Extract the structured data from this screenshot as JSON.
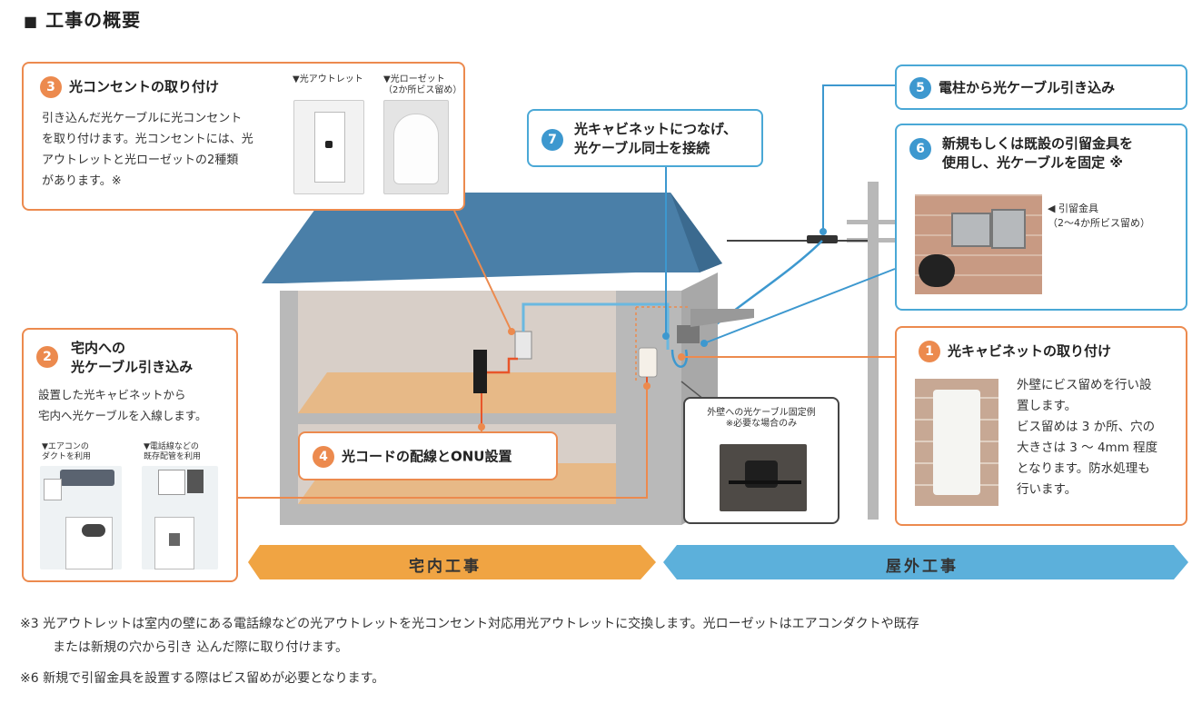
{
  "title": "工事の概要",
  "title_marker": "■",
  "colors": {
    "orange": "#ec8a4e",
    "blue": "#3d98cf",
    "light_blue": "#4aa8d6",
    "roof": "#4a7fa8",
    "wall": "#b9b9b9",
    "floor": "#e7b987",
    "band_indoor": "#f0a443",
    "band_outdoor": "#5cb0db"
  },
  "steps": {
    "s1": {
      "num": "1",
      "title": "光キャビネットの取り付け",
      "body": [
        "外壁にビス留めを行い設",
        "置します。",
        "ビス留めは 3 か所、穴の",
        "大きさは 3 ～ 4mm 程度",
        "となります。防水処理も",
        "行います。"
      ]
    },
    "s2": {
      "num": "2",
      "title": [
        "宅内への",
        "光ケーブル引き込み"
      ],
      "body": [
        "設置した光キャビネットから",
        "宅内へ光ケーブルを入線します。"
      ],
      "label_a": [
        "▼エアコンの",
        "ダクトを利用"
      ],
      "label_b": [
        "▼電話線などの",
        "既存配管を利用"
      ]
    },
    "s3": {
      "num": "3",
      "title": "光コンセントの取り付け",
      "body": [
        "引き込んだ光ケーブルに光コンセント",
        "を取り付けます。光コンセントには、光",
        "アウトレットと光ローゼットの2種類",
        "があります。※"
      ],
      "label_a": "▼光アウトレット",
      "label_b": [
        "▼光ローゼット",
        "（2か所ビス留め）"
      ]
    },
    "s4": {
      "num": "4",
      "title": "光コードの配線とONU設置"
    },
    "s5": {
      "num": "5",
      "title": "電柱から光ケーブル引き込み"
    },
    "s6": {
      "num": "6",
      "title": [
        "新規もしくは既設の引留金具を",
        "使用し、光ケーブルを固定 ※"
      ],
      "label": [
        "◀ 引留金具",
        "（2～4か所ビス留め）"
      ]
    },
    "s7": {
      "num": "7",
      "title": [
        "光キャビネットにつなげ、",
        "光ケーブル同士を接続"
      ]
    }
  },
  "wall_example": [
    "外壁への光ケーブル固定例",
    "※必要な場合のみ"
  ],
  "bands": {
    "indoor": "宅内工事",
    "outdoor": "屋外工事"
  },
  "footnotes": {
    "n3_line1": "※3 光アウトレットは室内の壁にある電話線などの光アウトレットを光コンセント対応用光アウトレットに交換します。光ローゼットはエアコンダクトや既存",
    "n3_line2": "または新規の穴から引き 込んだ際に取り付けます。",
    "n6": "※6 新規で引留金具を設置する際はビス留めが必要となります。"
  }
}
